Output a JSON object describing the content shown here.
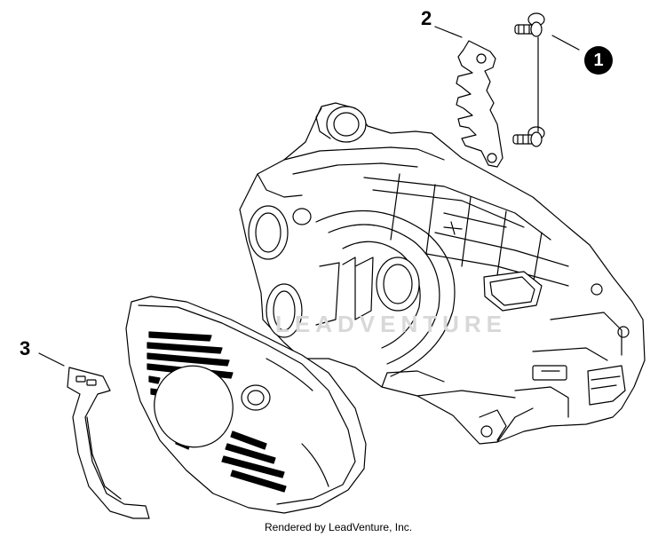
{
  "diagram": {
    "callouts": [
      {
        "id": "1",
        "style": "filled-circle"
      },
      {
        "id": "2",
        "style": "plain"
      },
      {
        "id": "3",
        "style": "plain"
      }
    ],
    "watermark": "LEADVENTURE",
    "credit": "Rendered by LeadVenture, Inc.",
    "parts": {
      "screws": "screw-pair-icon",
      "guide_plate": "chain-guide-plate-icon",
      "crankcase": "crankcase-housing-icon",
      "cover": "fan-cover-icon",
      "bracket": "bracket-icon"
    }
  }
}
